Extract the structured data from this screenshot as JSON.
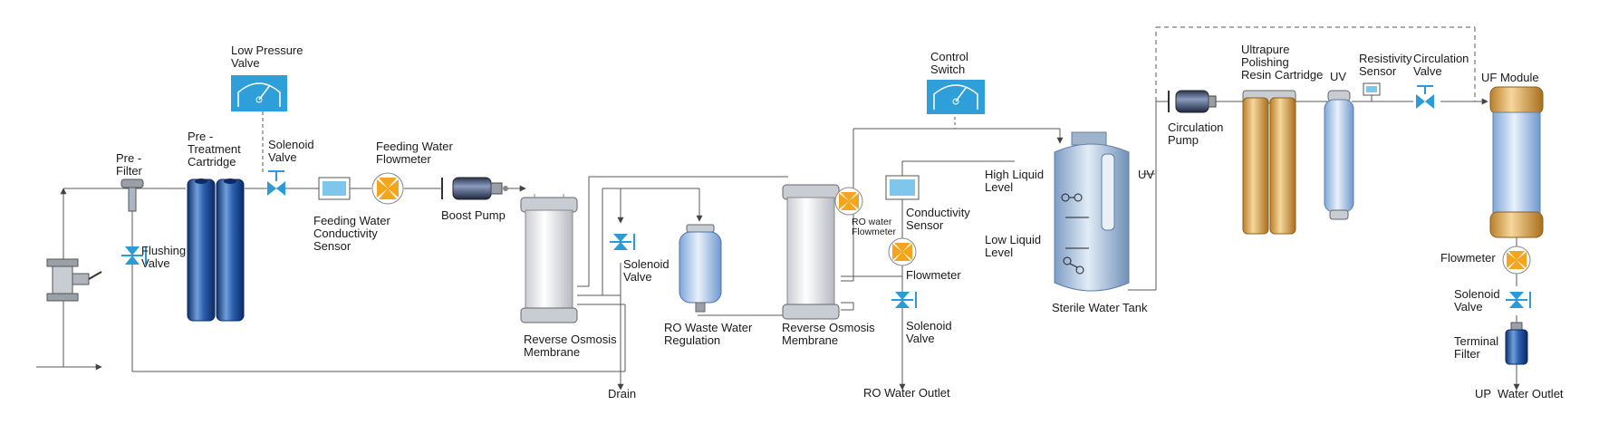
{
  "labels": {
    "pre_filter": "Pre -\nFilter",
    "flushing_valve": "Flushing\nValve",
    "pre_treatment": "Pre -\nTreatment\nCartridge",
    "low_pressure_valve": "Low Pressure\nValve",
    "solenoid_valve_1": "Solenoid\nValve",
    "feeding_conductivity": "Feeding Water\nConductivity\nSensor",
    "feeding_flowmeter": "Feeding Water\nFlowmeter",
    "boost_pump": "Boost Pump",
    "ro_membrane_1": "Reverse Osmosis\nMembrane",
    "solenoid_valve_2": "Solenoid\nValve",
    "ro_waste": "RO Waste Water\nRegulation",
    "drain": "Drain",
    "ro_membrane_2": "Reverse Osmosis\nMembrane",
    "ro_water_flowmeter": "RO water\nFlowmeter",
    "control_switch": "Control\nSwitch",
    "conductivity_sensor": "Conductivity\nSensor",
    "flowmeter_1": "Flowmeter",
    "solenoid_valve_3": "Solenoid\nValve",
    "ro_outlet": "RO Water Outlet",
    "high_level": "High Liquid\nLevel",
    "low_level": "Low Liquid\nLevel",
    "uv_tank": "UV",
    "sterile_tank": "Sterile Water Tank",
    "circulation_pump": "Circulation\nPump",
    "ultrapure_cartridge": "Ultrapure\nPolishing\nResin Cartridge",
    "uv_2": "UV",
    "resistivity_sensor": "Resistivity\nSensor",
    "circulation_valve": "Circulation\nValve",
    "uf_module": "UF Module",
    "flowmeter_2": "Flowmeter",
    "solenoid_valve_4": "Solenoid\nValve",
    "terminal_filter": "Terminal\nFilter",
    "up_outlet": "UP  Water Outlet"
  },
  "icons": {
    "valve": "bowtie-valve-icon",
    "flowmeter": "fan-flowmeter-icon",
    "gauge": "pressure-gauge-icon",
    "sensor": "monitor-sensor-icon",
    "pump": "motor-pump-icon",
    "arrow": "flow-arrow-icon"
  },
  "colors": {
    "line": "#5a5a5a",
    "valve": "#2a9bd6",
    "flowmeter": "#f4a51c",
    "gauge_bg": "#2e9fd8",
    "cartridge_blue": "#1f4f9a",
    "resin_gold": "#d9a24a",
    "tank_blue": "#8fb3d6"
  }
}
